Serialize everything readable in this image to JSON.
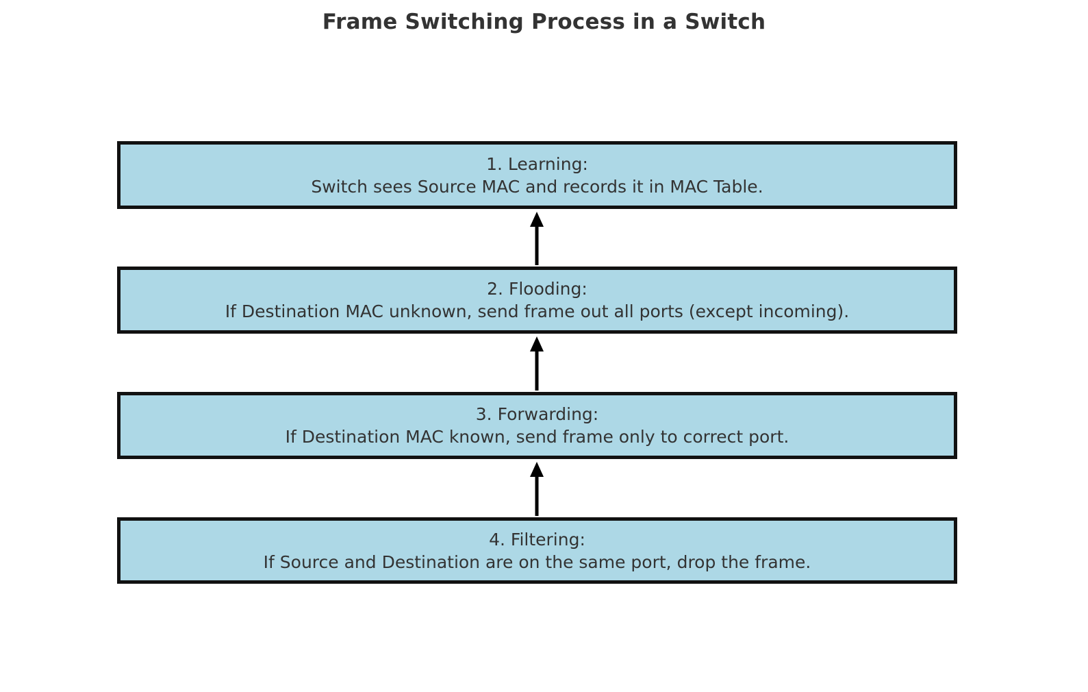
{
  "diagram": {
    "title": "Frame Switching Process in a Switch",
    "type": "flowchart",
    "orientation": "bottom-to-top",
    "background_color": "#ffffff",
    "box_fill_color": "#add8e6",
    "box_border_color": "#111111",
    "text_color": "#333333",
    "arrow_color": "#000000",
    "steps": [
      {
        "id": "step-1",
        "heading": "1. Learning:",
        "detail": "Switch sees Source MAC and records it in MAC Table."
      },
      {
        "id": "step-2",
        "heading": "2. Flooding:",
        "detail": "If Destination MAC unknown, send frame out all ports (except incoming)."
      },
      {
        "id": "step-3",
        "heading": "3. Forwarding:",
        "detail": "If Destination MAC known, send frame only to correct port."
      },
      {
        "id": "step-4",
        "heading": "4. Filtering:",
        "detail": "If Source and Destination are on the same port, drop the frame."
      }
    ],
    "connectors": [
      {
        "id": "arrow-1",
        "from": "step-2",
        "to": "step-1",
        "direction": "up"
      },
      {
        "id": "arrow-2",
        "from": "step-3",
        "to": "step-2",
        "direction": "up"
      },
      {
        "id": "arrow-3",
        "from": "step-4",
        "to": "step-3",
        "direction": "up"
      }
    ]
  }
}
